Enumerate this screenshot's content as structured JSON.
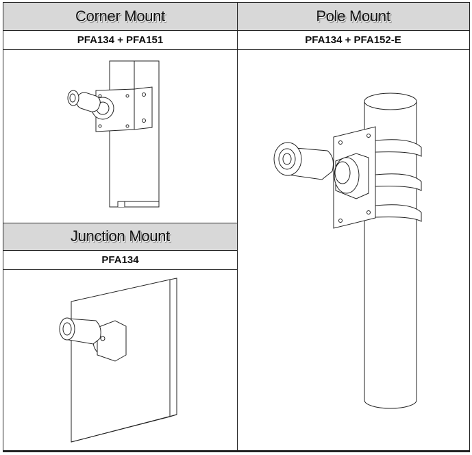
{
  "table": {
    "corner": {
      "title": "Corner Mount",
      "parts": "PFA134 + PFA151"
    },
    "pole": {
      "title": "Pole Mount",
      "parts": "PFA134 + PFA152-E"
    },
    "junction": {
      "title": "Junction Mount",
      "parts": "PFA134"
    }
  }
}
